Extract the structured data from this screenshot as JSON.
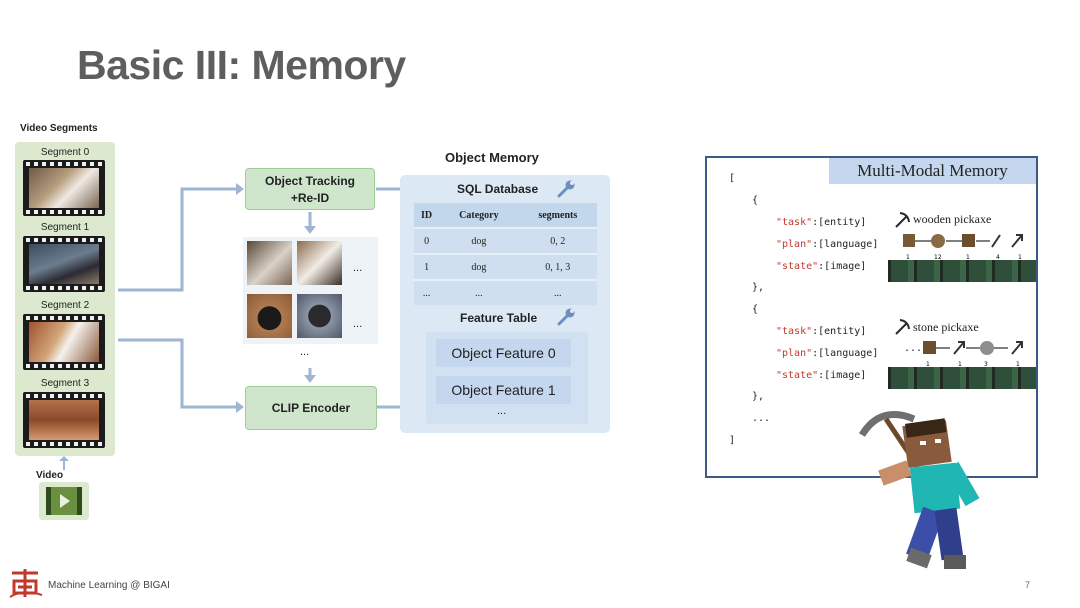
{
  "title": "Basic III: Memory",
  "video_segments": {
    "label": "Video Segments",
    "segments": [
      "Segment 0",
      "Segment 1",
      "Segment 2",
      "Segment 3"
    ],
    "video_label": "Video"
  },
  "pipeline": {
    "tracking_line1": "Object Tracking",
    "tracking_line2": "+Re-ID",
    "ellipsis": "...",
    "vertical_ellipsis": "...",
    "clip": "CLIP Encoder"
  },
  "object_memory": {
    "title": "Object Memory",
    "sql_title": "SQL Database",
    "table_headers": [
      "ID",
      "Category",
      "segments"
    ],
    "table_rows": [
      [
        "0",
        "dog",
        "0, 2"
      ],
      [
        "1",
        "dog",
        "0, 1, 3"
      ],
      [
        "...",
        "...",
        "..."
      ]
    ],
    "feature_title": "Feature Table",
    "features": [
      "Object Feature 0",
      "Object Feature 1"
    ],
    "feature_ellipsis": "..."
  },
  "multimodal": {
    "title": "Multi-Modal Memory",
    "open_bracket": "[",
    "close_bracket": "]",
    "open_brace": "{",
    "close_brace": "},",
    "more": "...",
    "task_key": "\"task\"",
    "task_type": ":[entity]",
    "plan_key": "\"plan\"",
    "plan_type": ":[language]",
    "state_key": "\"state\"",
    "state_type": ":[image]",
    "entry1_entity": "wooden pickaxe",
    "entry2_entity": "stone pickaxe",
    "plan1_counts": [
      "1",
      "12",
      "1",
      "4",
      "1"
    ],
    "plan2_counts": [
      "1",
      "1",
      "3",
      "1"
    ]
  },
  "footer": {
    "text": "Machine Learning @ BIGAI",
    "page": "7"
  },
  "colors": {
    "title_gray": "#5e5e5e",
    "green_panel": "#dce9cf",
    "green_button": "#cfe6cc",
    "blue_panel": "#dce9f5",
    "blue_feature": "#c5d7ee",
    "arrow": "#9fb6d2",
    "frame_border": "#3d5a86",
    "key_red": "#c0392b",
    "logo_red": "#c0392b"
  }
}
